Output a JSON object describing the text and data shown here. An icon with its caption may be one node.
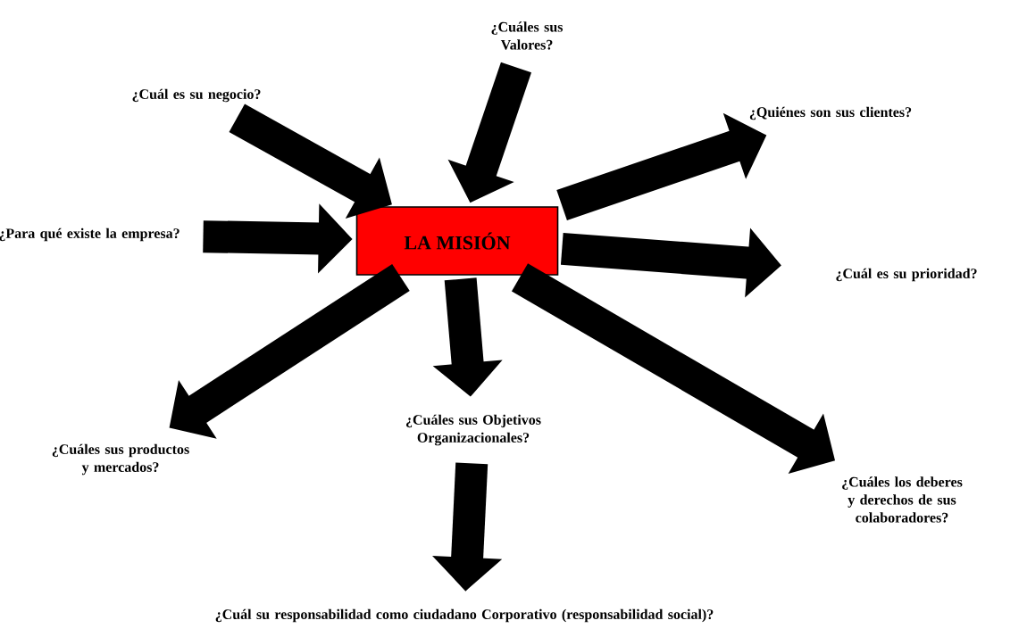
{
  "diagram": {
    "nodes": [
      {
        "text": [
          "LA MISIÓN"
        ]
      },
      {
        "text": [
          "¿Cuál es su negocio?"
        ]
      },
      {
        "text": [
          "¿Cuáles sus Valores?"
        ]
      },
      {
        "text": [
          "¿Quiénes son sus clientes?"
        ]
      },
      {
        "text": [
          "¿Para qué existe la empresa?"
        ]
      },
      {
        "text": [
          "¿Cuál es su prioridad?"
        ]
      },
      {
        "text": [
          "¿Cuáles sus productos y mercados?"
        ]
      },
      {
        "text": [
          "¿Cuáles sus Objetivos Organizacionales?"
        ]
      },
      {
        "text": [
          "¿Cuáles los deberes y derechos de sus colaboradores?"
        ]
      },
      {
        "text": [
          "¿Cuál su responsabilidad como ciudadano Corporativo (responsabilidad social)?"
        ]
      }
    ],
    "edges": [
      {
        "from": 1,
        "to": 0,
        "arrow": "to"
      },
      {
        "from": 2,
        "to": 0,
        "arrow": "to"
      },
      {
        "from": 0,
        "to": 3,
        "arrow": "to"
      },
      {
        "from": 4,
        "to": 0,
        "arrow": "to"
      },
      {
        "from": 0,
        "to": 5,
        "arrow": "to"
      },
      {
        "from": 0,
        "to": 6,
        "arrow": "to"
      },
      {
        "from": 0,
        "to": 7,
        "arrow": "to"
      },
      {
        "from": 0,
        "to": 8,
        "arrow": "to"
      },
      {
        "from": 7,
        "to": 9,
        "arrow": "to"
      }
    ]
  }
}
